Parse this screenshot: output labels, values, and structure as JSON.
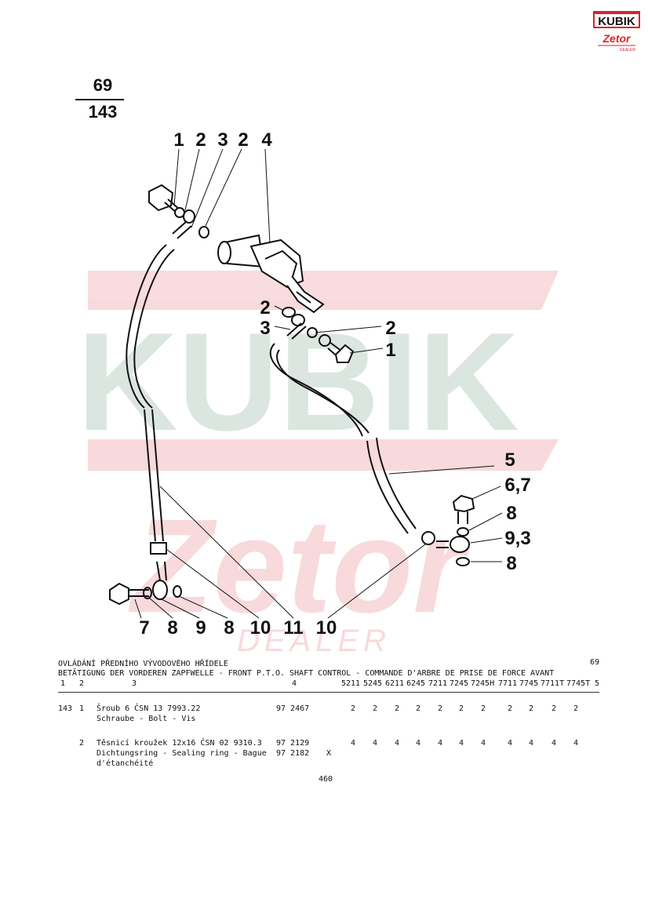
{
  "brand": {
    "logo_top": "KUBIK",
    "logo_bottom": "Zetor",
    "logo_tag": "DEALER",
    "watermark_top": "KUBIK",
    "watermark_bottom": "Zetor",
    "watermark_tag": "DEALER",
    "accent_color": "#d9232d"
  },
  "page_fraction": {
    "numerator": "69",
    "denominator": "143"
  },
  "callouts": {
    "c1a": "1",
    "c2a": "2",
    "c3a": "3",
    "c2b": "2",
    "c4": "4",
    "c2c": "2",
    "c3b": "3",
    "c2d": "2",
    "c1b": "1",
    "c5": "5",
    "c67": "6,7",
    "c8a": "8",
    "c93": "9,3",
    "c8b": "8",
    "c7": "7",
    "c8c": "8",
    "c9": "9",
    "c8d": "8",
    "c10a": "10",
    "c11": "11",
    "c10b": "10"
  },
  "table": {
    "title_cz": "OVLÁDÁNÍ PŘEDNÍHO VÝVODOVÉHO HŘÍDELE",
    "title_multi": "BETÄTIGUNG DER VORDEREN ZAPFWELLE - FRONT P.T.O. SHAFT CONTROL - COMMANDE D'ARBRE DE PRISE DE FORCE AVANT",
    "page_ref": "69",
    "col_headers": {
      "c1": "1",
      "c2": "2",
      "c3": "3",
      "c4": "4",
      "c5": "5"
    },
    "models": [
      "5211",
      "5245",
      "6211",
      "6245",
      "7211",
      "7245",
      "7245H",
      "7711",
      "7745",
      "7711T",
      "7745T"
    ],
    "rows": [
      {
        "group": "143",
        "pos": "1",
        "desc1": "Šroub 6 ČSN 13 7993.22",
        "desc2": "Schraube - Bolt - Vis",
        "desc3": "",
        "part1": "97 2467",
        "part2": "",
        "mark": "",
        "qty": [
          "2",
          "2",
          "2",
          "2",
          "2",
          "2",
          "2",
          "2",
          "2",
          "2",
          "2"
        ]
      },
      {
        "group": "",
        "pos": "2",
        "desc1": "Těsnicí kroužek 12x16 ČSN 02 9310.3",
        "desc2": "Dichtungsring - Sealing ring - Bague",
        "desc3": "d'étanchéité",
        "part1": "97 2129",
        "part2": "97 2182",
        "mark": "X",
        "qty": [
          "4",
          "4",
          "4",
          "4",
          "4",
          "4",
          "4",
          "4",
          "4",
          "4",
          "4"
        ]
      }
    ],
    "page_number": "460"
  }
}
